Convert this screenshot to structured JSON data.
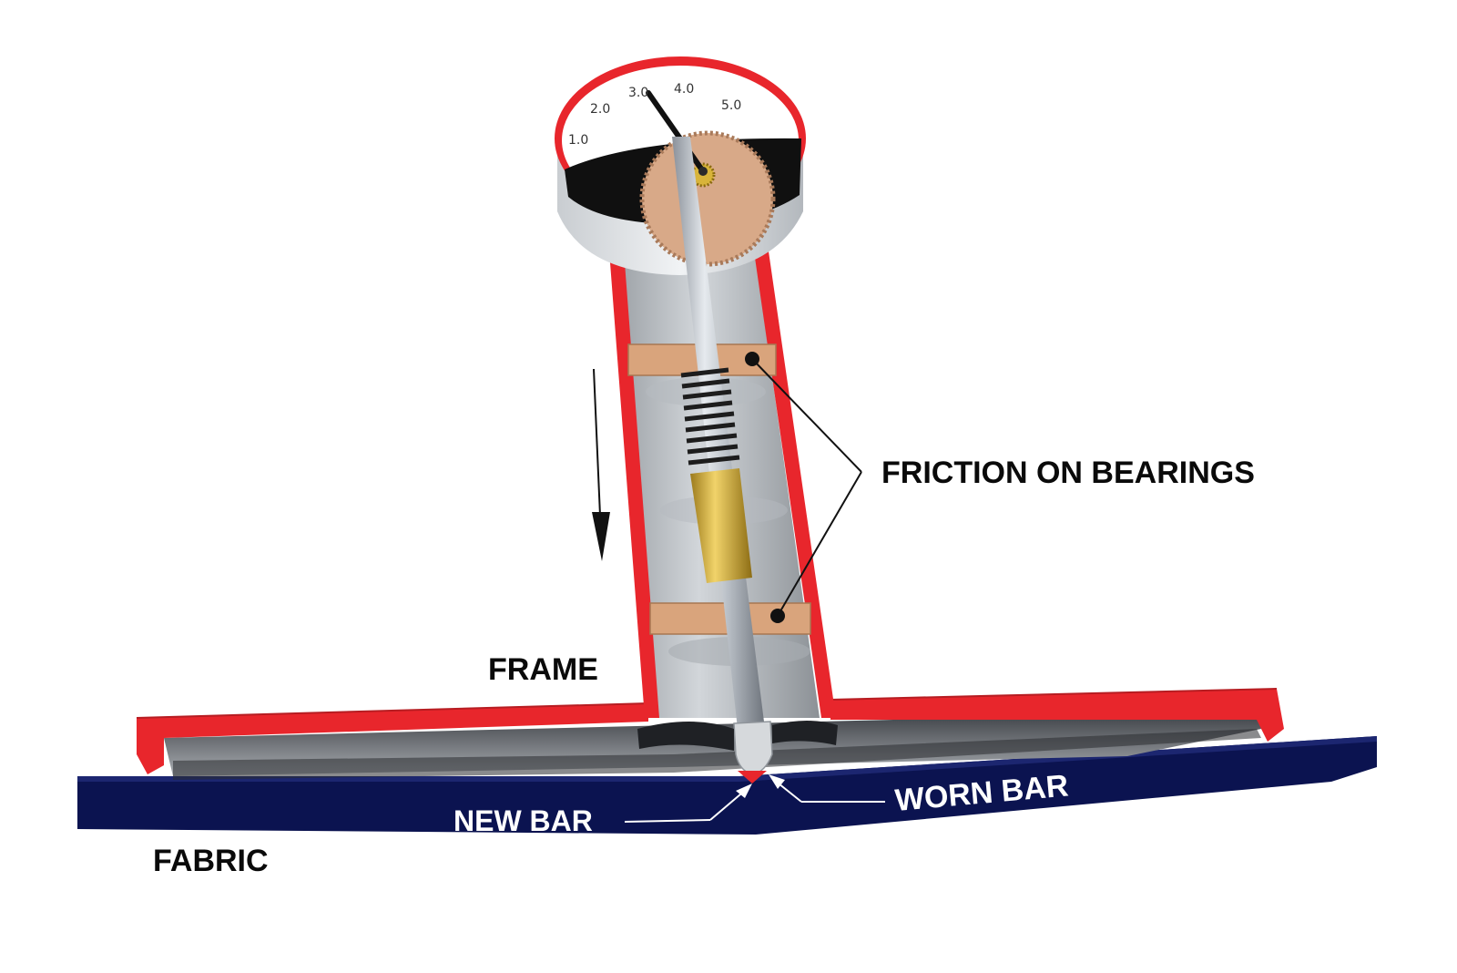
{
  "labels": {
    "friction": "FRICTION ON BEARINGS",
    "frame": "FRAME",
    "worn_bar": "WORN BAR",
    "new_bar": "NEW BAR",
    "fabric": "FABRIC"
  },
  "gauge": {
    "scale": [
      "1.0",
      "2.0",
      "3.0",
      "4.0",
      "5.0"
    ]
  },
  "colors": {
    "frame": "#e8262c",
    "fabric": "#0b1350",
    "bearing": "#d9a47c",
    "brass": "#d8b43a",
    "gear": "#d8a988"
  },
  "icons": {
    "direction_arrow": "down-arrow-icon"
  }
}
